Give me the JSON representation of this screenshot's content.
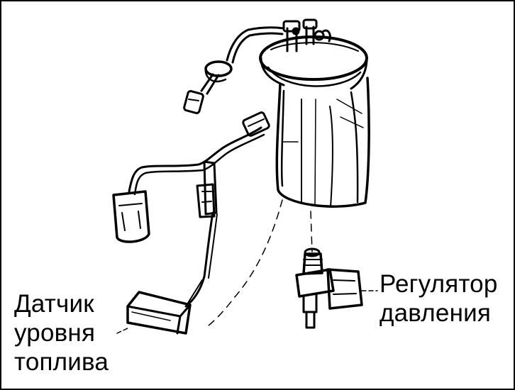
{
  "labels": {
    "sensor": {
      "lines": [
        "Датчик",
        "уровня",
        "топлива"
      ]
    },
    "regulator": {
      "lines": [
        "Регулятор",
        "давления"
      ]
    }
  },
  "colors": {
    "ink": "#000000",
    "paper": "#ffffff"
  }
}
